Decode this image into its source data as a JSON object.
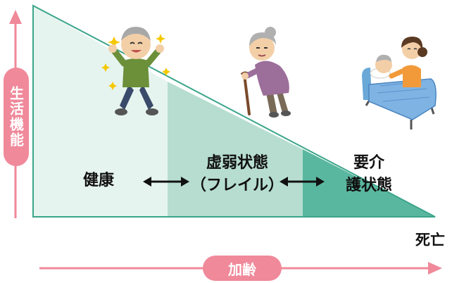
{
  "axes": {
    "vertical_label": "生活機能",
    "horizontal_label": "加齢",
    "end_label": "死亡"
  },
  "stages": [
    {
      "label": "健康"
    },
    {
      "label": "虚弱状態",
      "sublabel": "（フレイル）"
    },
    {
      "label": "要介",
      "sublabel": "護状態"
    }
  ],
  "colors": {
    "healthy_zone": "#e6f4ef",
    "frail_zone": "#b6ddd0",
    "care_zone": "#5ab79f",
    "outline": "#3aa58a",
    "axis_arrow": "#f0899a",
    "double_arrow": "#111111"
  },
  "illustrations": [
    "happy-elderly-man-icon",
    "elderly-woman-with-cane-icon",
    "caregiver-and-bedridden-person-icon"
  ]
}
